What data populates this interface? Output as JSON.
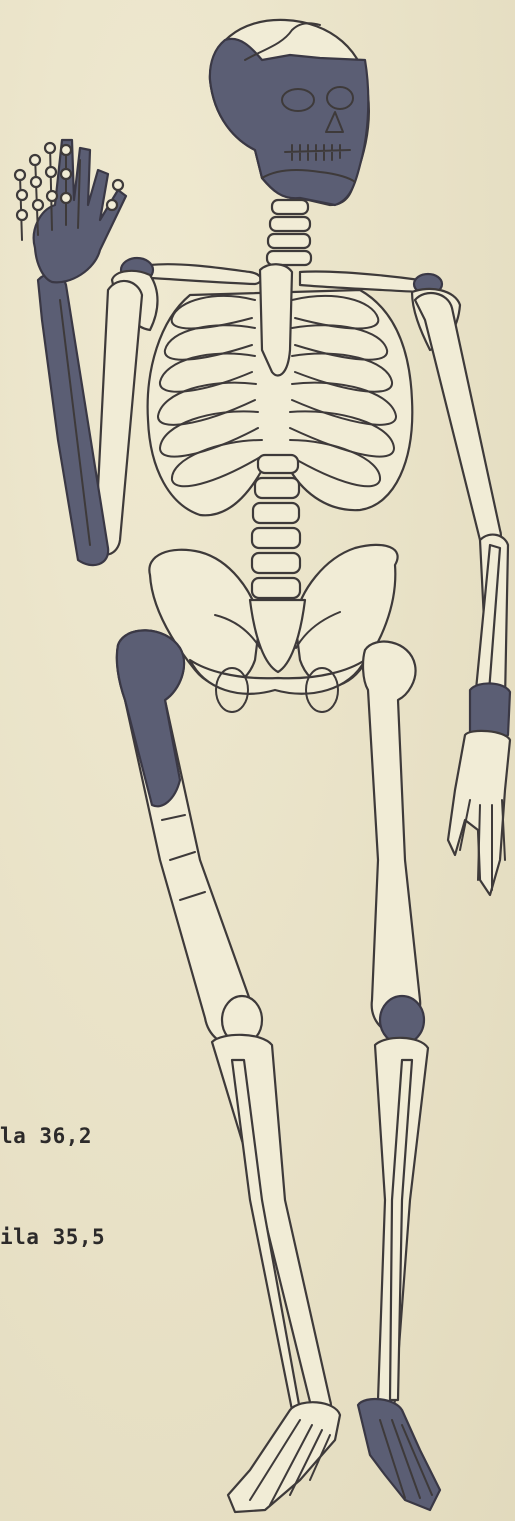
{
  "labels": {
    "label_1": "la 36,2",
    "label_2": "ila 35,5"
  },
  "colors": {
    "paper": "#eae3c9",
    "ink": "#3e3a3a",
    "shaded_bone": "#5b5e74"
  },
  "shaded_regions": [
    "skull-face",
    "left-hand",
    "left-forearm",
    "left-shoulder",
    "right-shoulder",
    "left-femur-proximal",
    "right-knee",
    "right-wrist",
    "right-foot"
  ]
}
